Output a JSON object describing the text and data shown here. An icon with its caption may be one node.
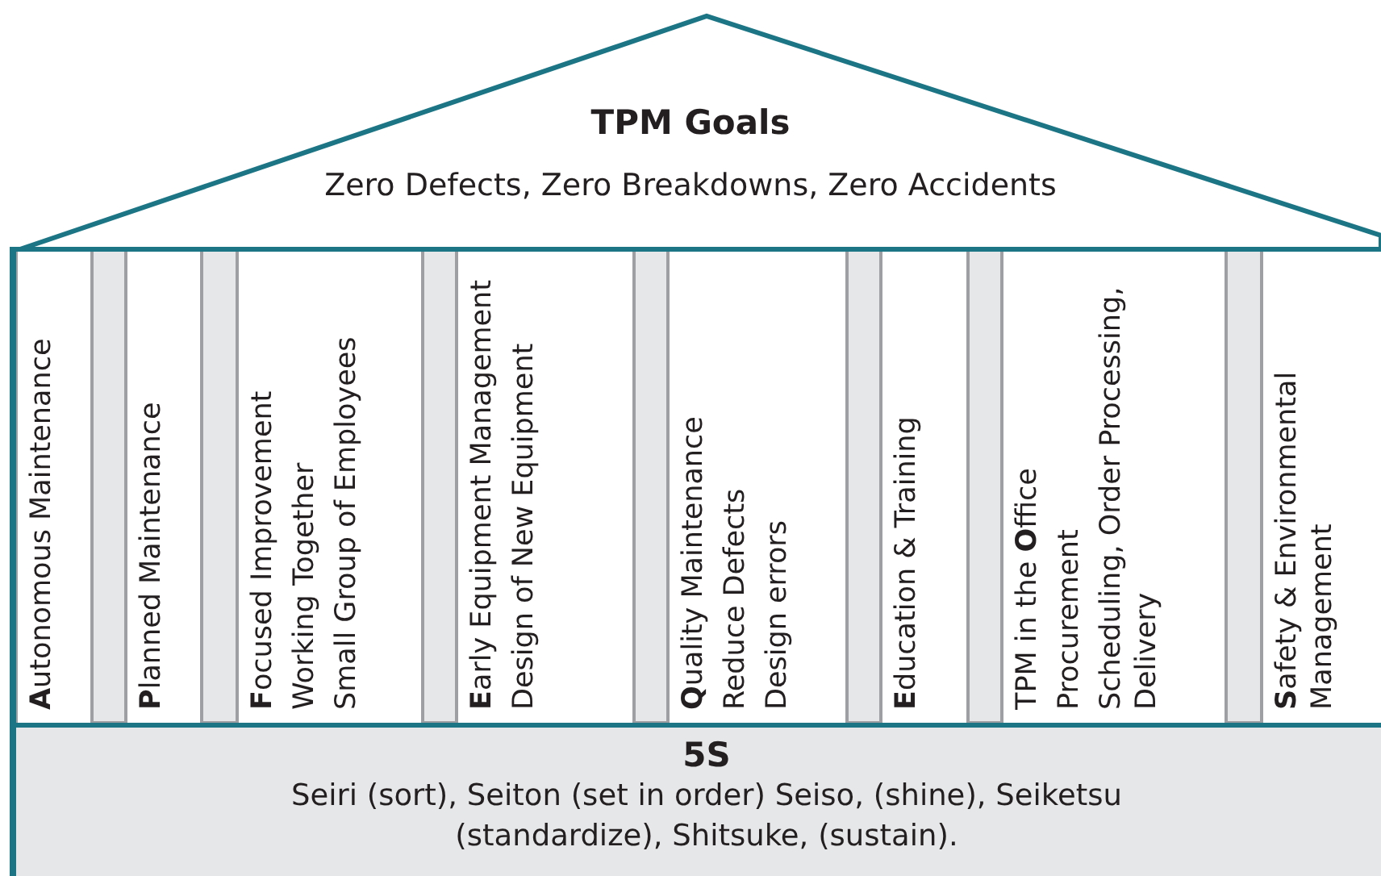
{
  "diagram": {
    "nodes": [
      {
        "text": [
          "TPM Goals",
          "Zero Defects, Zero Breakdowns, Zero Accidents"
        ]
      },
      {
        "text": [
          "**A**utonomous Maintenance"
        ]
      },
      {
        "text": [
          "**P**lanned Maintenance"
        ]
      },
      {
        "text": [
          "**F**ocused Improvement",
          "Working Together",
          "Small Group of Employees"
        ]
      },
      {
        "text": [
          "**E**arly Equipment Management",
          "Design of New Equipment"
        ]
      },
      {
        "text": [
          "**Q**uality Maintenance",
          "Reduce Defects",
          "Design errors"
        ]
      },
      {
        "text": [
          "**E**ducation & Training"
        ]
      },
      {
        "text": [
          "TPM in the **O**ffice",
          "Procurement",
          "Scheduling, Order Processing, Delivery"
        ]
      },
      {
        "text": [
          "**S**afety & Environmental Management"
        ]
      },
      {
        "text": [
          "5S",
          "Seiri (sort), Seiton (set in order) Seiso, (shine), Seiketsu (standardize), Shitsuke, (sustain)."
        ]
      },
      {
        "text": [],
        "shape": "bar"
      },
      {
        "text": [],
        "shape": "bar"
      },
      {
        "text": [],
        "shape": "bar"
      },
      {
        "text": [],
        "shape": "bar"
      },
      {
        "text": [],
        "shape": "bar"
      },
      {
        "text": [],
        "shape": "bar"
      },
      {
        "text": [],
        "shape": "bar"
      }
    ]
  }
}
